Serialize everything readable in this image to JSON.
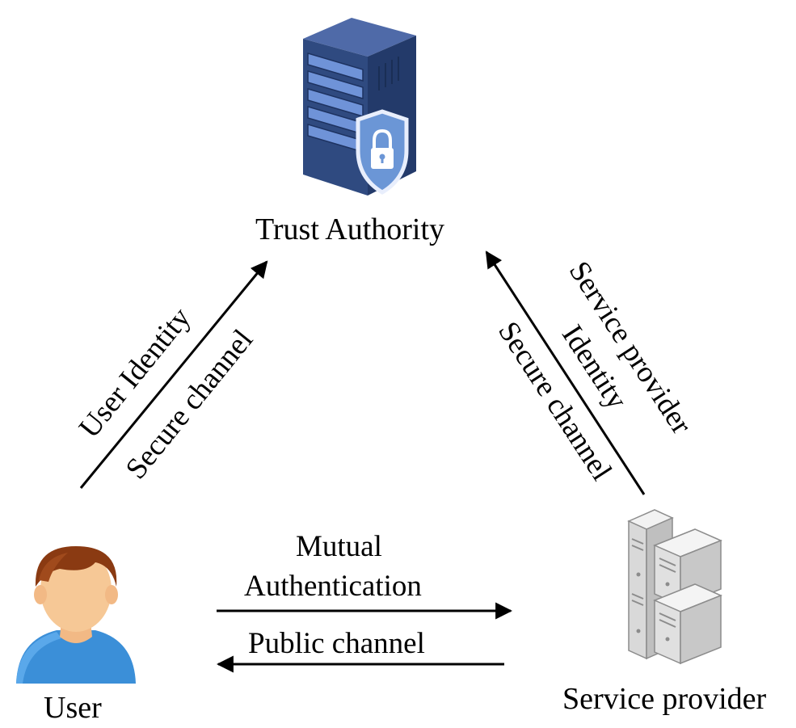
{
  "nodes": {
    "trust_authority": {
      "label": "Trust Authority",
      "icon": "secure-server-icon"
    },
    "user": {
      "label": "User",
      "icon": "user-avatar-icon"
    },
    "service_provider": {
      "label": "Service provider",
      "icon": "server-cluster-icon"
    }
  },
  "edges": {
    "user_to_ta": {
      "label_top": "User Identity",
      "label_bottom": "Secure channel"
    },
    "sp_to_ta": {
      "label_top_line1": "Service provider",
      "label_top_line2": "Identity",
      "label_bottom": "Secure channel"
    },
    "user_sp": {
      "label_top_line1": "Mutual",
      "label_top_line2": "Authentication",
      "label_bottom": "Public channel"
    }
  },
  "colors": {
    "arrow": "#000000",
    "ta_server": "#2f4a80",
    "ta_shield": "#5b86c9",
    "user_shirt": "#3b8fd8",
    "user_hair": "#8a3a12",
    "user_skin": "#f6c896",
    "sp_server": "#d9d9d9"
  }
}
